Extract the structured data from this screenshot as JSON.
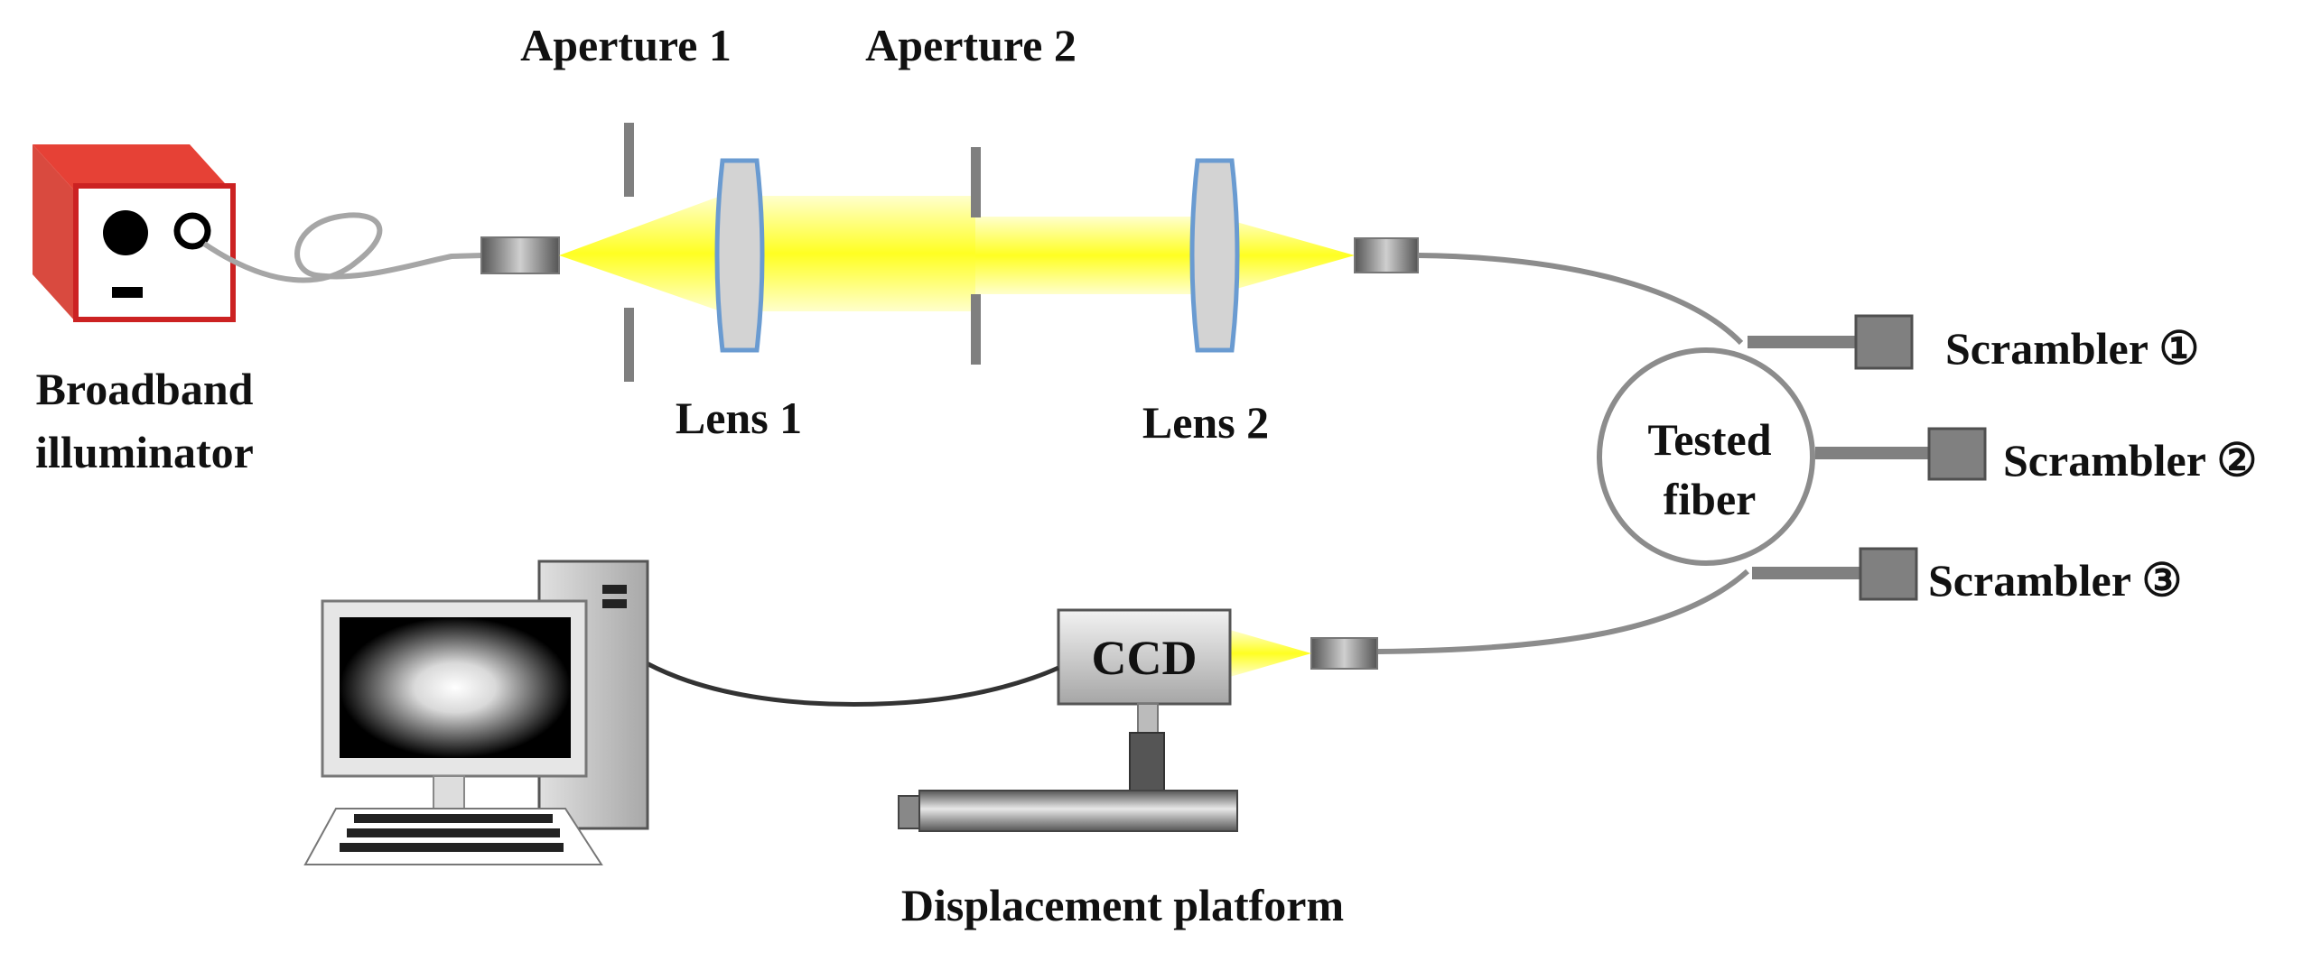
{
  "labels": {
    "aperture_1": "Aperture 1",
    "aperture_2": "Aperture 2",
    "lens_1": "Lens 1",
    "lens_2": "Lens 2",
    "illuminator_line1": "Broadband",
    "illuminator_line2": "illuminator",
    "tested_fiber_line1": "Tested",
    "tested_fiber_line2": "fiber",
    "scrambler_1": "Scrambler ①",
    "scrambler_2": "Scrambler ②",
    "scrambler_3": "Scrambler ③",
    "ccd": "CCD",
    "displacement_platform": "Displacement platform"
  },
  "colors": {
    "illuminator_body": "#e8463c",
    "illuminator_dark": "#c0302a",
    "beam": "#ffff33",
    "fiber": "#999999",
    "lens": "#d3d3d3",
    "lens_edge": "#6a9bd1"
  }
}
